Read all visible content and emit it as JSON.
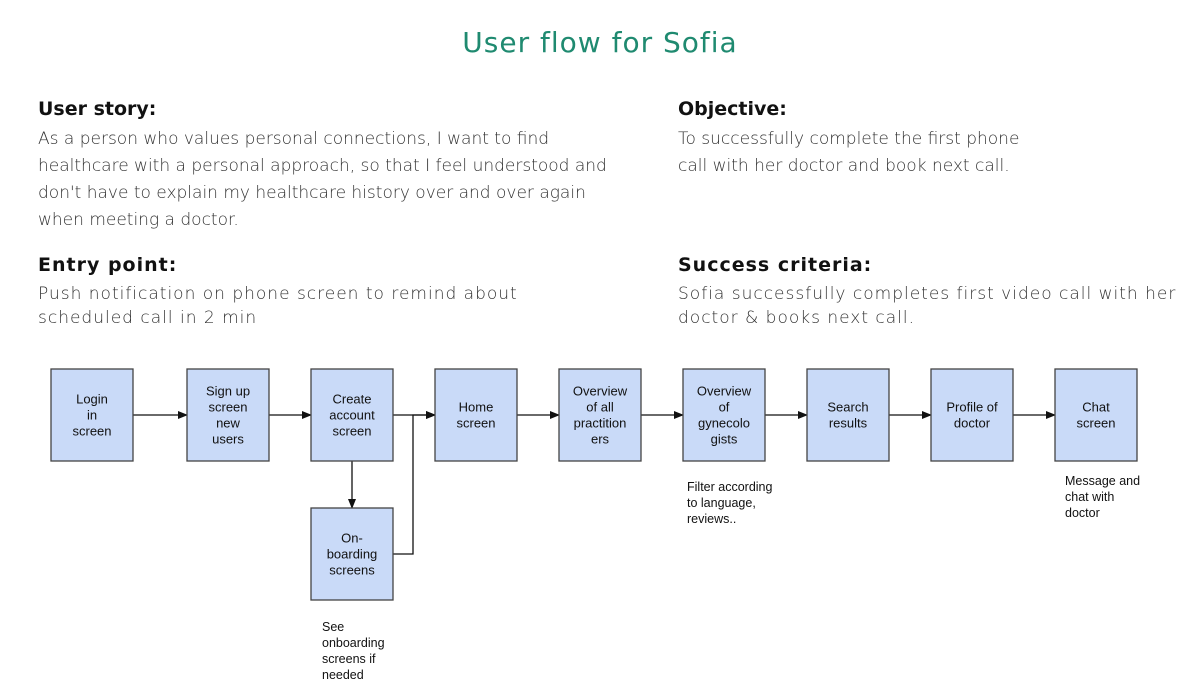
{
  "title": "User flow for Sofia",
  "user_story": {
    "heading": "User story:",
    "lines": [
      "As a person who values personal connections, I want to find",
      "healthcare with a personal approach, so that I feel understood and",
      "don't have to explain my healthcare history over and over again",
      "when meeting a doctor."
    ]
  },
  "objective": {
    "heading": "Objective:",
    "lines": [
      "To successfully complete the first phone",
      "call with her doctor and book next call."
    ]
  },
  "entry_point": {
    "heading": "Entry point:",
    "lines": [
      "Push notification on phone screen to remind about",
      "scheduled call in 2 min"
    ]
  },
  "success_criteria": {
    "heading": "Success criteria:",
    "lines": [
      "Sofia successfully completes first video call with her",
      "doctor & books next call."
    ]
  },
  "flow": {
    "nodes": [
      {
        "id": "login",
        "lines": [
          "Login",
          "in",
          "screen"
        ]
      },
      {
        "id": "signup",
        "lines": [
          "Sign up",
          "screen",
          "new",
          "users"
        ]
      },
      {
        "id": "create-account",
        "lines": [
          "Create",
          "account",
          "screen"
        ]
      },
      {
        "id": "home",
        "lines": [
          "Home",
          "screen"
        ]
      },
      {
        "id": "overview-practitioners",
        "lines": [
          "Overview",
          "of all",
          "practition",
          "ers"
        ]
      },
      {
        "id": "overview-gynecologists",
        "lines": [
          "Overview",
          "of",
          "gynecolo",
          "gists"
        ]
      },
      {
        "id": "search-results",
        "lines": [
          "Search",
          "results"
        ]
      },
      {
        "id": "profile-doctor",
        "lines": [
          "Profile of",
          "doctor"
        ]
      },
      {
        "id": "chat",
        "lines": [
          "Chat",
          "screen"
        ]
      },
      {
        "id": "onboarding",
        "lines": [
          "On-",
          "boarding",
          "screens"
        ]
      }
    ],
    "edges": [
      {
        "from": "login",
        "to": "signup"
      },
      {
        "from": "signup",
        "to": "create-account"
      },
      {
        "from": "create-account",
        "to": "home"
      },
      {
        "from": "home",
        "to": "overview-practitioners"
      },
      {
        "from": "overview-practitioners",
        "to": "overview-gynecologists"
      },
      {
        "from": "overview-gynecologists",
        "to": "search-results"
      },
      {
        "from": "search-results",
        "to": "profile-doctor"
      },
      {
        "from": "profile-doctor",
        "to": "chat"
      },
      {
        "from": "create-account",
        "to": "onboarding"
      },
      {
        "from": "onboarding",
        "to": "home"
      }
    ],
    "notes": [
      {
        "id": "filter-note",
        "attached_to": "overview-gynecologists",
        "lines": [
          "Filter according",
          "to language,",
          "reviews.."
        ]
      },
      {
        "id": "chat-note",
        "attached_to": "chat",
        "lines": [
          "Message and",
          "chat with",
          "doctor"
        ]
      },
      {
        "id": "onboarding-note",
        "attached_to": "onboarding",
        "lines": [
          "See",
          "onboarding",
          "screens if",
          "needed"
        ]
      }
    ]
  }
}
